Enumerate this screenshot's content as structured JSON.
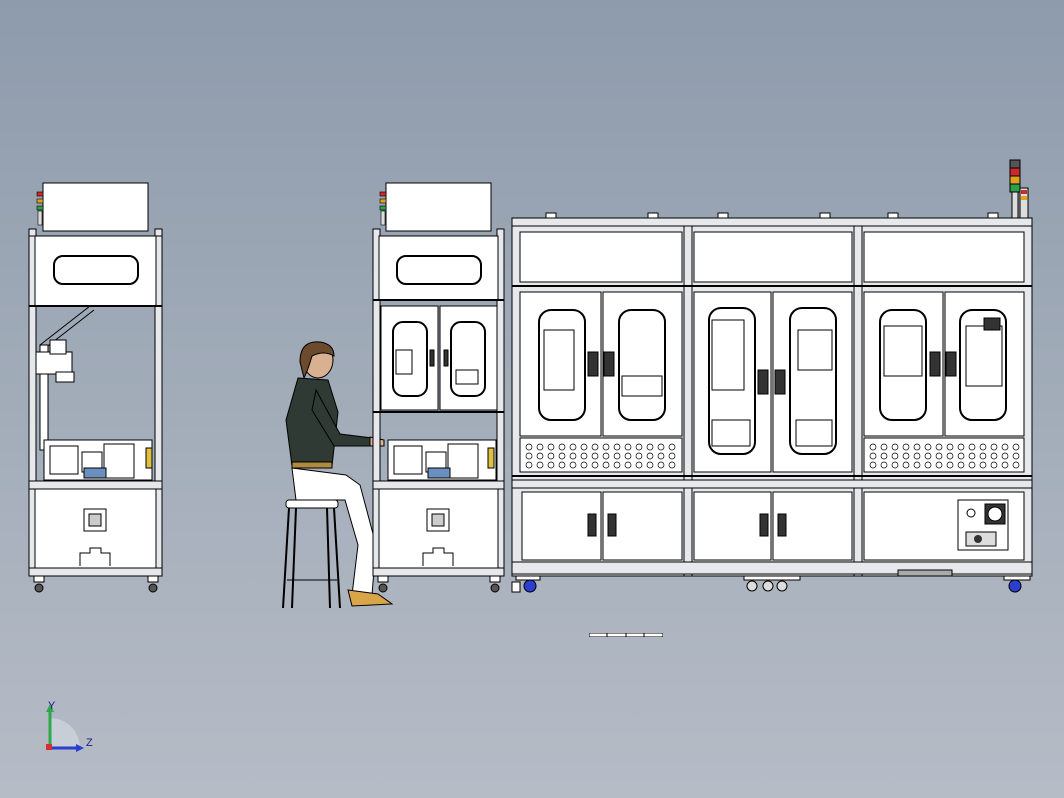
{
  "viewport": {
    "background_top": "#8e9bac",
    "background_bottom": "#b6bcc6",
    "line_color": "#000000",
    "panel_color": "#ffffff",
    "frame_color": "#cfd3d8"
  },
  "stations": [
    {
      "name": "station-left"
    },
    {
      "name": "station-middle"
    },
    {
      "name": "station-main"
    }
  ],
  "operator": {
    "hair": "#6b4a2e",
    "jacket": "#2f3a34",
    "pants": "#ffffff",
    "shoes": "#d8a548"
  },
  "signal_tower": {
    "colors": [
      "#cc2a2a",
      "#e0a020",
      "#2ea04a"
    ]
  },
  "axis_triad": {
    "y_label": "Y",
    "z_label": "Z",
    "y_color": "#2fa84a",
    "z_color": "#2a3fd0",
    "x_color": "#d43030"
  }
}
